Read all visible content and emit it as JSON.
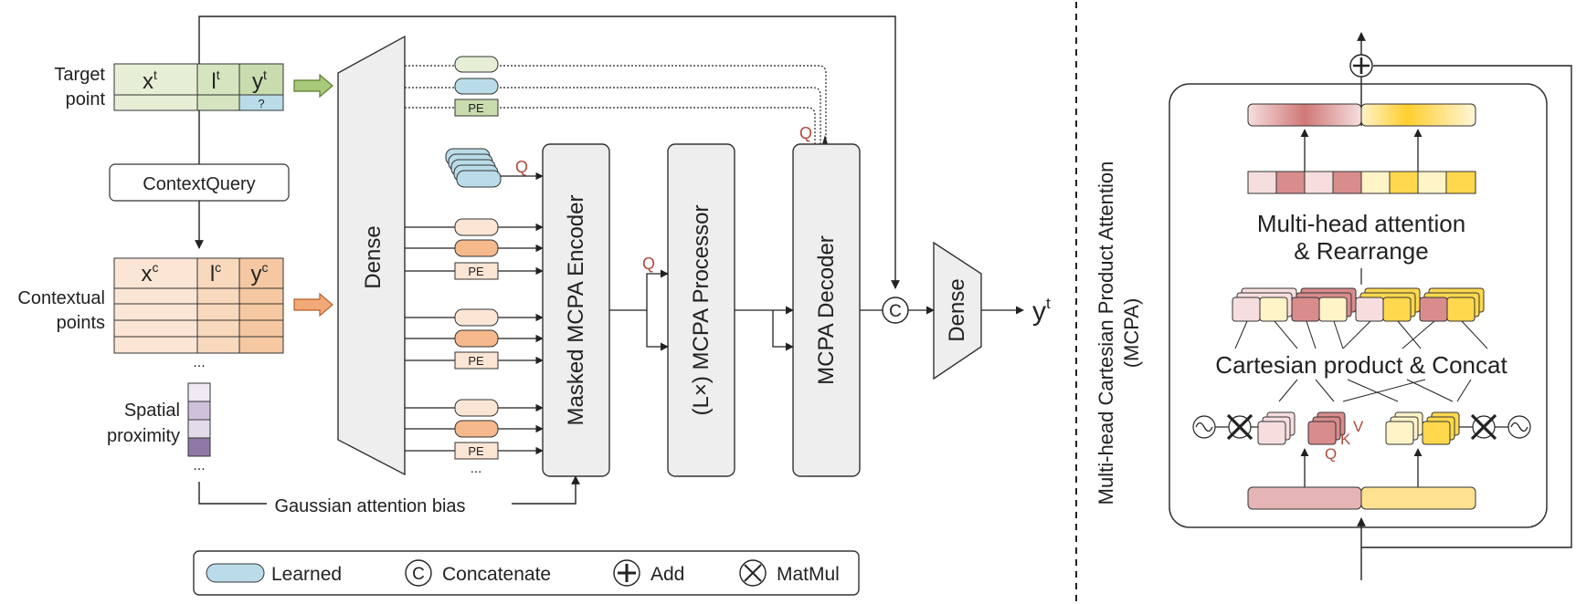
{
  "target": {
    "label_line1": "Target",
    "label_line2": "point",
    "x": "x",
    "x_sup": "t",
    "l": "l",
    "l_sup": "t",
    "y": "y",
    "y_sup": "t",
    "unknown": "?"
  },
  "context_query": {
    "label": "ContextQuery"
  },
  "context": {
    "label_line1": "Contextual",
    "label_line2": "points",
    "x": "x",
    "x_sup": "c",
    "l": "l",
    "l_sup": "c",
    "y": "y",
    "y_sup": "c",
    "ellipsis": "..."
  },
  "spatial": {
    "label_line1": "Spatial",
    "label_line2": "proximity",
    "ellipsis": "..."
  },
  "gaussian": {
    "label": "Gaussian attention bias"
  },
  "dense_left": {
    "label": "Dense"
  },
  "pe": {
    "label": "PE"
  },
  "tokens_ellipsis": "...",
  "q_label": "Q",
  "encoder": {
    "label": "Masked MCPA Encoder"
  },
  "processor": {
    "label": "(L×) MCPA Processor"
  },
  "decoder": {
    "label": "MCPA Decoder"
  },
  "concat_symbol": "C",
  "dense_right": {
    "label": "Dense"
  },
  "output": {
    "y": "y",
    "sup": "t"
  },
  "legend": {
    "learned": "Learned",
    "concatenate": "Concatenate",
    "add": "Add",
    "matmul": "MatMul"
  },
  "mcpa": {
    "title_line1": "Multi-head Cartesian Product Attention",
    "title_line2": "(MCPA)",
    "attention_line1": "Multi-head attention",
    "attention_line2": "& Rearrange",
    "cartesian": "Cartesian product & Concat",
    "v": "V",
    "k": "K",
    "q": "Q"
  },
  "colors": {
    "green_light": "#e6efd6",
    "green_mid": "#c9dcae",
    "orange_light": "#fbe6d6",
    "orange_mid": "#f5c8a2",
    "blue_learned": "#b9dce8",
    "purple": "#8f78a8",
    "red_head": "#d98c8c",
    "yellow_head": "#ffd84d",
    "q_red": "#b14a3a"
  }
}
